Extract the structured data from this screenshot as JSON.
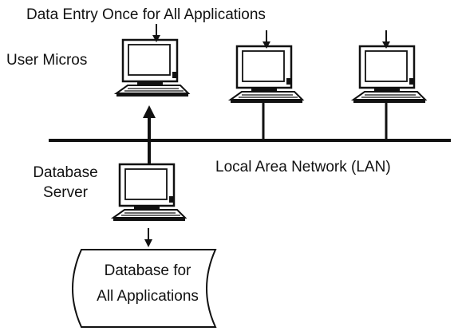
{
  "labels": {
    "data_entry": "Data Entry Once for All Applications",
    "user_micros": "User Micros",
    "lan": "Local Area Network (LAN)",
    "server_line1": "Database",
    "server_line2": "Server",
    "db_line1": "Database for",
    "db_line2": "All Applications"
  },
  "icons": {
    "workstation": "computer-workstation-icon",
    "database": "database-storage-icon"
  },
  "colors": {
    "ink": "#111111",
    "background": "#ffffff"
  }
}
